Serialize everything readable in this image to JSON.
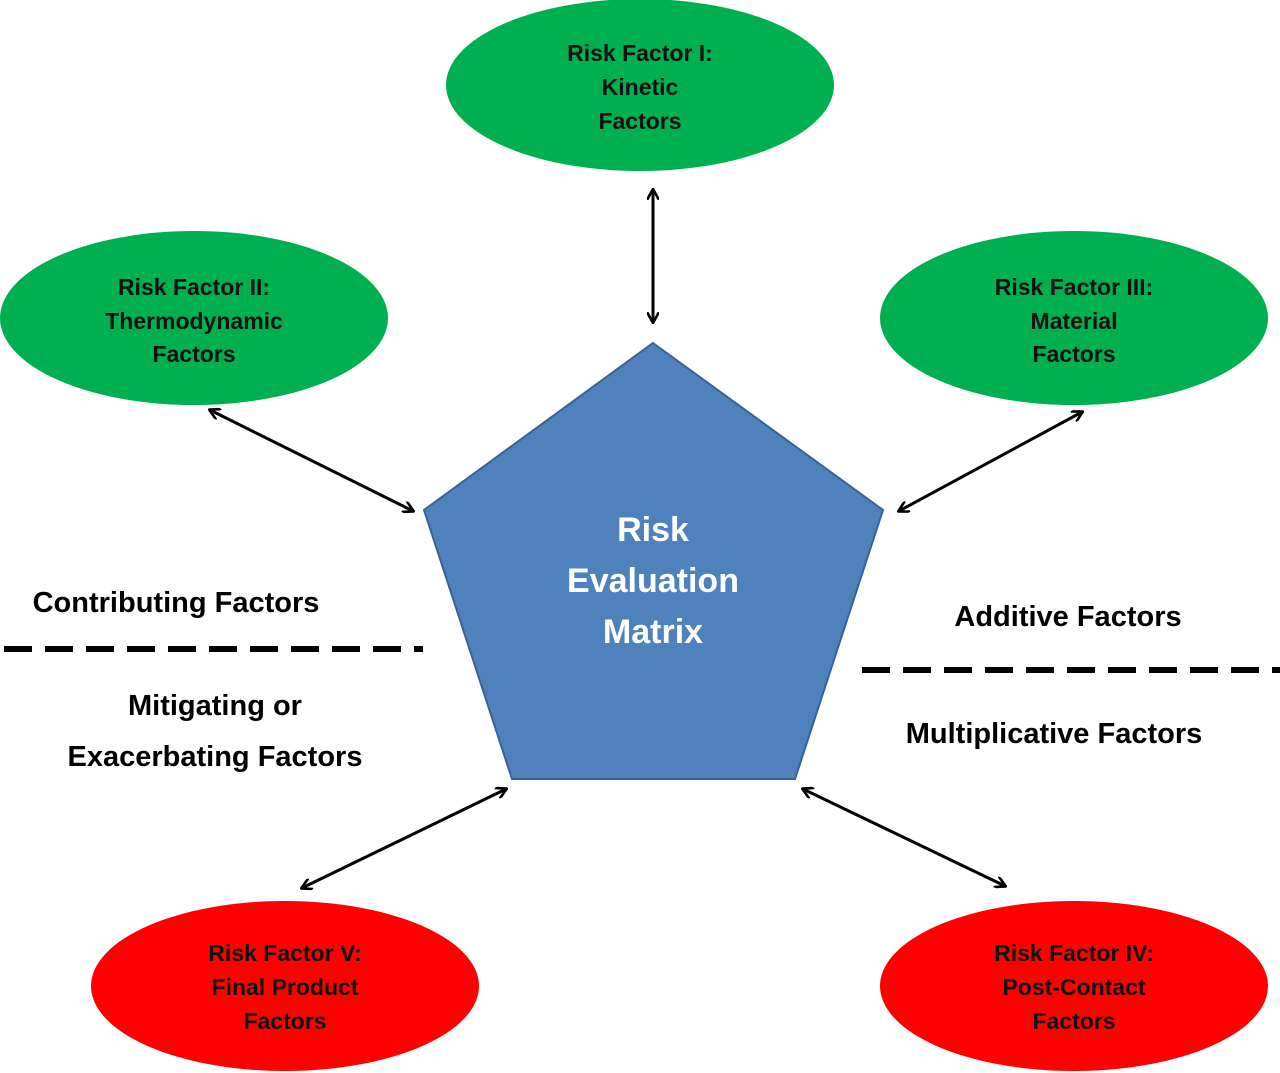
{
  "colors": {
    "positive_node": "#00b050",
    "negative_node": "#ff0000",
    "center_fill": "#4f81bd",
    "center_stroke": "#3a6291",
    "arrow": "#000000",
    "divider": "#000000",
    "text_dark": "#111111",
    "text_light": "#ffffff"
  },
  "center": {
    "line1": "Risk",
    "line2": "Evaluation",
    "line3": "Matrix"
  },
  "nodes": {
    "kinetic": {
      "line1": "Risk Factor I:",
      "line2": "Kinetic",
      "line3": "Factors"
    },
    "thermodynamic": {
      "line1": "Risk Factor II:",
      "line2": "Thermodynamic",
      "line3": "Factors"
    },
    "material": {
      "line1": "Risk Factor III:",
      "line2": "Material",
      "line3": "Factors"
    },
    "final_product": {
      "line1": "Risk Factor V:",
      "line2": "Final Product",
      "line3": "Factors"
    },
    "post_contact": {
      "line1": "Risk Factor IV:",
      "line2": "Post-Contact",
      "line3": "Factors"
    }
  },
  "side_labels": {
    "contributing": "Contributing Factors",
    "mitigating_line1": "Mitigating or",
    "mitigating_line2": "Exacerbating Factors",
    "additive": "Additive Factors",
    "multiplicative": "Multiplicative Factors"
  }
}
